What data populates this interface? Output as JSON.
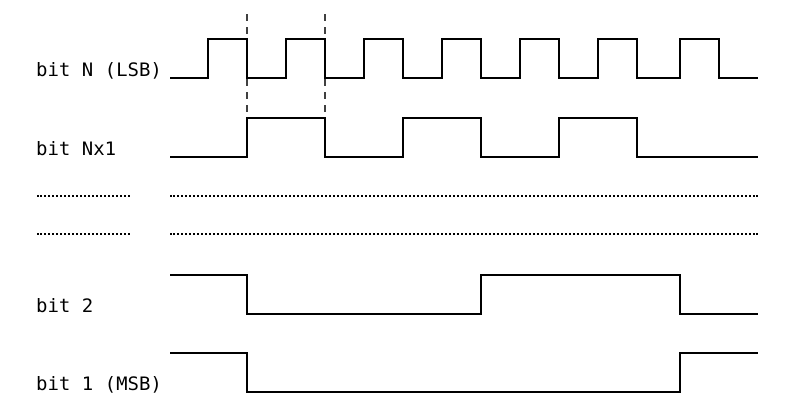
{
  "diagram": {
    "signals": [
      {
        "label": "bit N (LSB)",
        "levels": [
          0,
          1,
          0,
          1,
          0,
          1,
          0,
          1,
          0,
          1,
          0,
          1,
          0,
          1,
          0
        ]
      },
      {
        "label": "bit Nx1",
        "levels": [
          0,
          1,
          0,
          1,
          0,
          1,
          0
        ]
      },
      {
        "label": "bit 2",
        "levels": [
          1,
          0,
          1,
          0
        ]
      },
      {
        "label": "bit 1 (MSB)",
        "levels": [
          1,
          0,
          1
        ]
      }
    ],
    "ellipsis_rows": 2,
    "line_color": "#000000"
  }
}
